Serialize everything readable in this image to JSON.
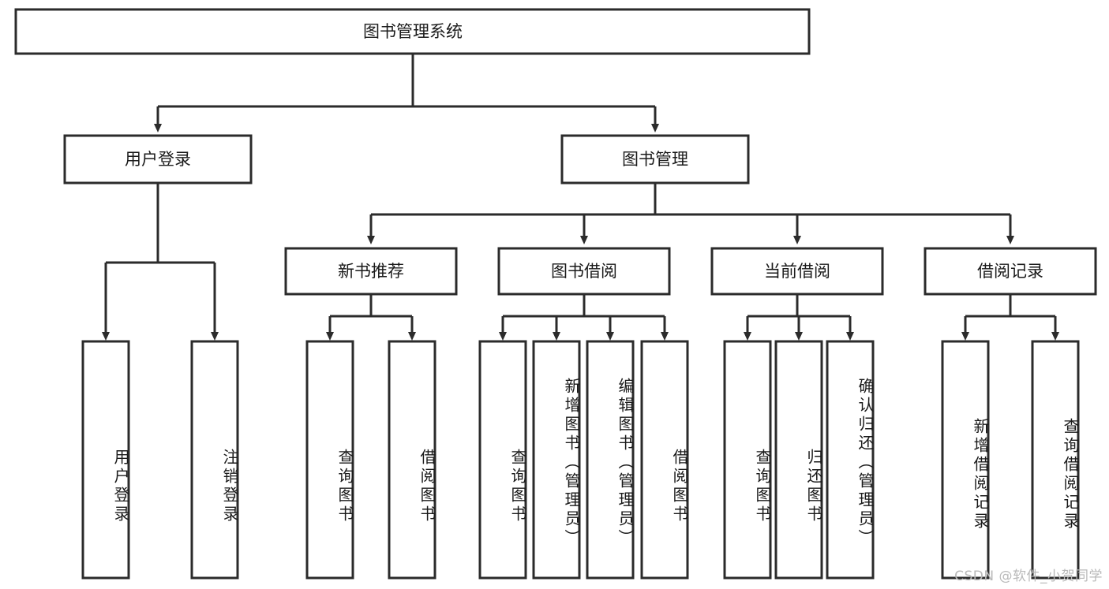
{
  "diagram": {
    "type": "tree",
    "title_node": "图书管理系统",
    "watermark": "CSDN @软件_小贺同学",
    "colors": {
      "box_stroke": "#2b2b2b",
      "box_fill": "#ffffff",
      "text": "#1a1a1a",
      "watermark": "#b9b9b9",
      "background": "#ffffff"
    },
    "nodes": {
      "root": {
        "label": "图书管理系统"
      },
      "level2": [
        {
          "label": "用户登录"
        },
        {
          "label": "图书管理"
        }
      ],
      "level3": [
        {
          "label": "新书推荐"
        },
        {
          "label": "图书借阅"
        },
        {
          "label": "当前借阅"
        },
        {
          "label": "借阅记录"
        }
      ],
      "leaves": {
        "user_login": [
          {
            "label": "用户登录"
          },
          {
            "label": "注销登录"
          }
        ],
        "new_book_recommend": [
          {
            "label": "查询图书"
          },
          {
            "label": "借阅图书"
          }
        ],
        "book_borrow": [
          {
            "label": "查询图书"
          },
          {
            "label": "新增图书（管理员）"
          },
          {
            "label": "编辑图书（管理员）"
          },
          {
            "label": "借阅图书"
          }
        ],
        "current_borrow": [
          {
            "label": "查询图书"
          },
          {
            "label": "归还图书"
          },
          {
            "label": "确认归还（管理员）"
          }
        ],
        "borrow_records": [
          {
            "label": "新增借阅记录"
          },
          {
            "label": "查询借阅记录"
          }
        ]
      }
    }
  }
}
